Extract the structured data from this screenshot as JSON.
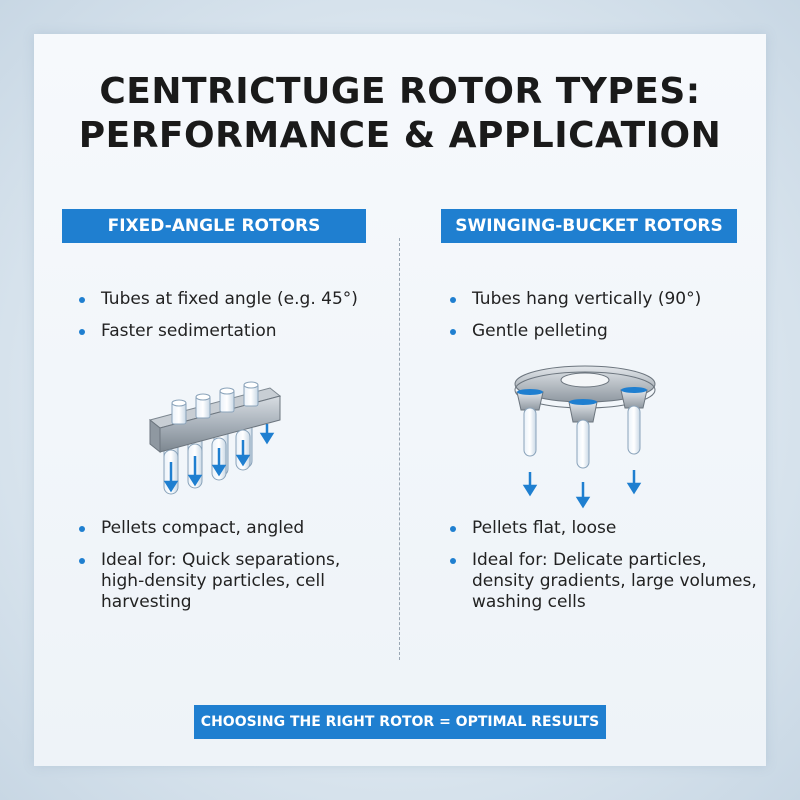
{
  "title": {
    "line1": "CENTRICTUGE ROTOR TYPES:",
    "line2": "PERFORMANCE & APPLICATION"
  },
  "left": {
    "heading": "FIXED-ANGLE ROTORS",
    "top_bullets": [
      "Tubes at fixed angle (e.g. 45°)",
      "Faster sedimertation"
    ],
    "bottom_bullets": [
      "Pellets compact, angled",
      "Ideal for: Quick separations, high-density particles, cell harvesting"
    ],
    "icon": "fixed-angle-rotor-illustration"
  },
  "right": {
    "heading": "SWINGING-BUCKET ROTORS",
    "top_bullets": [
      "Tubes hang vertically (90°)",
      "Gentle pelleting"
    ],
    "bottom_bullets": [
      "Pellets flat, loose",
      "Ideal for: Delicate particles, density gradients, large volumes, washing cells"
    ],
    "icon": "swinging-bucket-rotor-illustration"
  },
  "footer": "CHOOSING THE RIGHT ROTOR = OPTIMAL RESULTS",
  "colors": {
    "accent": "#1f7fd0",
    "text": "#1a1a1a",
    "metal": "#a9b2bb"
  }
}
